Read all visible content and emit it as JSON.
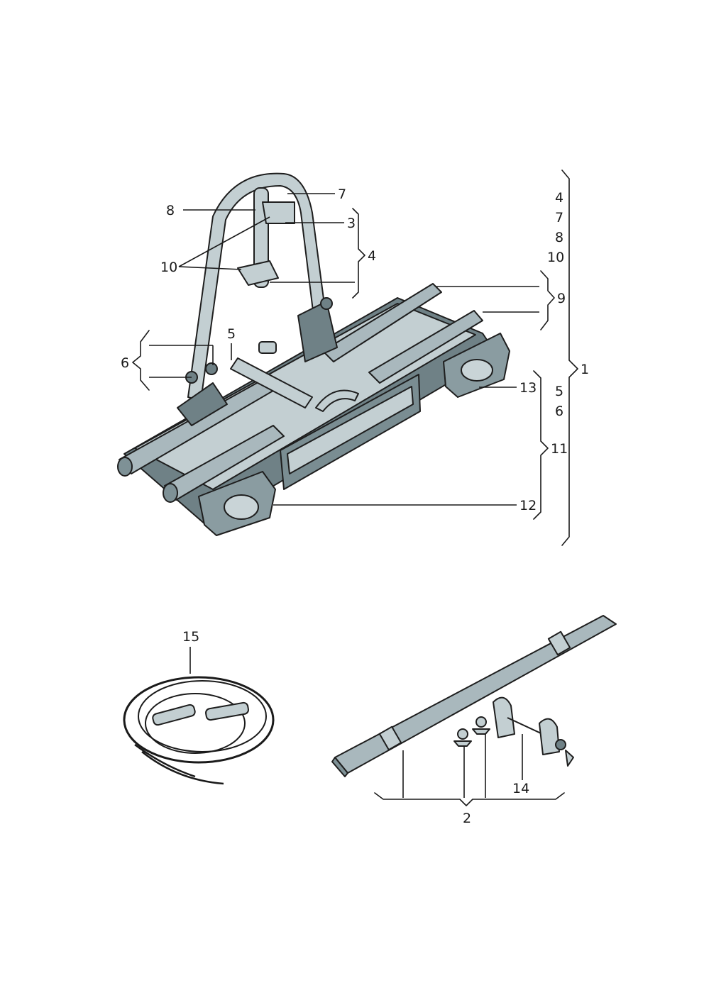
{
  "labels": {
    "l1": "1",
    "l2": "2",
    "l3": "3",
    "l4a": "4",
    "l4b": "4",
    "l5a": "5",
    "l5b": "5",
    "l6a": "6",
    "l6b": "6",
    "l7a": "7",
    "l7b": "7",
    "l8a": "8",
    "l8b": "8",
    "l9": "9",
    "l10a": "10",
    "l10b": "10",
    "l11": "11",
    "l12": "12",
    "l13": "13",
    "l14": "14",
    "l15": "15"
  }
}
